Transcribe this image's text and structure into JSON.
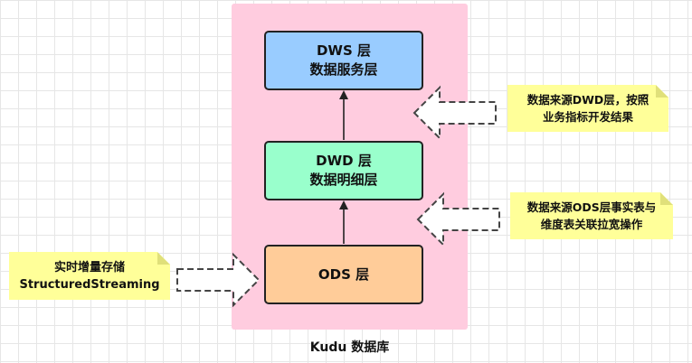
{
  "container": {
    "caption": "Kudu 数据库"
  },
  "layers": {
    "dws": {
      "line1": "DWS 层",
      "line2": "数据服务层"
    },
    "dwd": {
      "line1": "DWD 层",
      "line2": "数据明细层"
    },
    "ods": {
      "line1": "ODS 层"
    }
  },
  "notes": {
    "dwd_source": {
      "line1": "数据来源DWD层，按照",
      "line2": "业务指标开发结果"
    },
    "ods_source": {
      "line1": "数据来源ODS层事实表与",
      "line2": "维度表关联拉宽操作"
    },
    "realtime": {
      "line1": "实时增量存储",
      "line2": "StructuredStreaming"
    }
  },
  "colors": {
    "container": "#ffccdf",
    "dws": "#99ccff",
    "dwd": "#99ffcc",
    "ods": "#ffcc99",
    "note": "#ffff99"
  }
}
